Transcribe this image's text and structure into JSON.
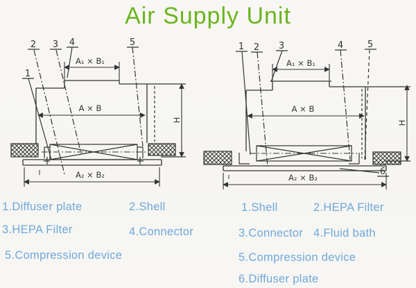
{
  "title": "Air Supply Unit",
  "colors": {
    "title_green": "#6cb41f",
    "legend_blue": "#6fa8dc",
    "line_color": "#333333",
    "background": "#f7f6f3"
  },
  "left_diagram": {
    "callouts": {
      "c1": "1",
      "c2": "2",
      "c3": "3",
      "c4": "4",
      "c5": "5"
    },
    "dims": {
      "top": "A₁ × B₁",
      "body": "A × B",
      "bottom": "A₂ × B₂",
      "height": "H"
    }
  },
  "right_diagram": {
    "callouts": {
      "c1": "1",
      "c2": "2",
      "c3": "3",
      "c4": "4",
      "c5": "5",
      "c6": "6"
    },
    "dims": {
      "top": "A₁ × B₁",
      "body": "A × B",
      "bottom": "A₂ × B₂",
      "height": "H"
    }
  },
  "legend_left": {
    "item1": "1.Diffuser plate",
    "item2": "2.Shell",
    "item3": "3.HEPA Filter",
    "item4": "4.Connector",
    "item5": "5.Compression device"
  },
  "legend_right": {
    "item1": "1.Shell",
    "item2": "2.HEPA Filter",
    "item3": "3.Connector",
    "item4": "4.Fluid bath",
    "item5": "5.Compression device",
    "item6": "6.Diffuser plate"
  }
}
